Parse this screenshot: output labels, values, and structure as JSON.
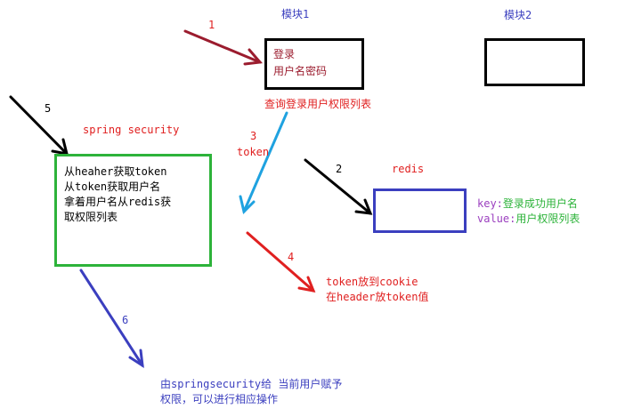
{
  "module1_title": "模块1",
  "module2_title": "模块2",
  "login_box": {
    "line1": "登录",
    "line2": "用户名密码"
  },
  "query_text": "查询登录用户权限列表",
  "spring_security_label": "spring security",
  "security_box": {
    "line1": "从heaher获取token",
    "line2": "从token获取用户名",
    "line3": "拿着用户名从redis获",
    "line4": "取权限列表"
  },
  "token_label": "token",
  "redis_label": "redis",
  "kv": {
    "key_label": "key:",
    "key_value": "登录成功用户名",
    "value_label": "value:",
    "value_value": "用户权限列表"
  },
  "cookie_text": {
    "line1": "token放到cookie",
    "line2": "在header放token值"
  },
  "bottom_text": {
    "line1": "由springsecurity给 当前用户赋予",
    "line2": "权限，可以进行相应操作"
  },
  "arrows": [
    {
      "label": "1",
      "color": "#9b1c2e"
    },
    {
      "label": "2",
      "color": "#000000"
    },
    {
      "label": "3",
      "color": "#1fa2e0"
    },
    {
      "label": "4",
      "color": "#e02020"
    },
    {
      "label": "5",
      "color": "#000000"
    },
    {
      "label": "6",
      "color": "#3b3fbf"
    }
  ],
  "colors": {
    "red_text": "#e02020",
    "blue_text": "#3b3fbf",
    "green": "#2db33a",
    "purple": "#9b3fbf",
    "redis_box": "#3b3fbf",
    "security_box": "#2db33a",
    "black": "#000000"
  }
}
